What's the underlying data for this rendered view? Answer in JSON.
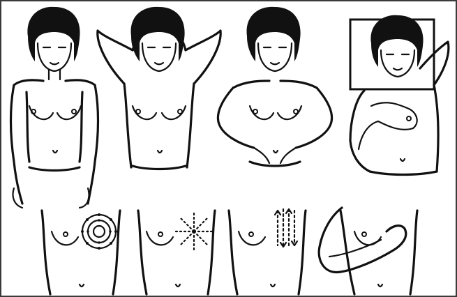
{
  "figure": {
    "panels": [
      {
        "id": "arms-down"
      },
      {
        "id": "arms-raised"
      },
      {
        "id": "hands-on-hips"
      },
      {
        "id": "mirror-palpation"
      },
      {
        "id": "circular-pattern"
      },
      {
        "id": "radial-pattern"
      },
      {
        "id": "vertical-strip-pattern"
      },
      {
        "id": "lying-palpation"
      }
    ],
    "colors": {
      "ink": "#111111",
      "background": "#ffffff",
      "frame": "#3a3a3a"
    }
  }
}
